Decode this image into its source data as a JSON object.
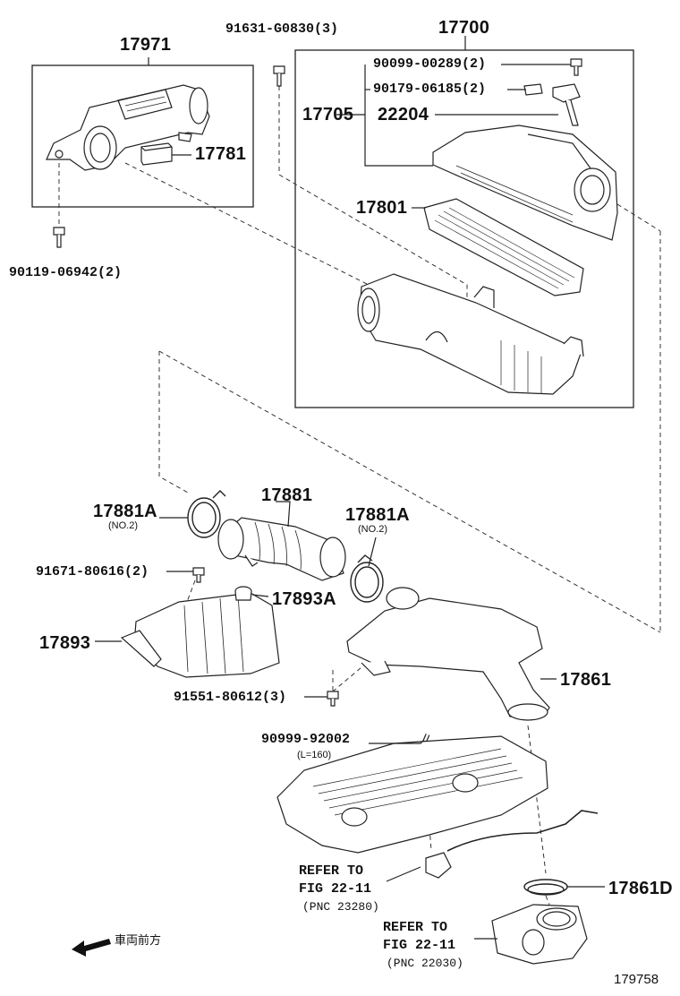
{
  "labels": {
    "p17971": "17971",
    "p91631": "91631-G0830(3)",
    "p17700": "17700",
    "p90099a": "90099-00289(2)",
    "p90179": "90179-06185(2)",
    "p17705": "17705",
    "p22204": "22204",
    "p17781": "17781",
    "p17801": "17801",
    "p90119": "90119-06942(2)",
    "p17881A_l": "17881A",
    "p17881A_l_sub": "(NO.2)",
    "p17881": "17881",
    "p17881A_r": "17881A",
    "p17881A_r_sub": "(NO.2)",
    "p91671": "91671-80616(2)",
    "p17893A": "17893A",
    "p17893": "17893",
    "p91551": "91551-80612(3)",
    "p17861": "17861",
    "p90999": "90999-92002",
    "p90999_sub": "(L=160)",
    "p17861D": "17861D"
  },
  "references": [
    {
      "line1": "REFER TO",
      "line2": "FIG 22-11",
      "line3": "(PNC 23280)"
    },
    {
      "line1": "REFER TO",
      "line2": "FIG 22-11",
      "line3": "(PNC 22030)"
    }
  ],
  "direction_label": "車両前方",
  "figure_id": "179758"
}
